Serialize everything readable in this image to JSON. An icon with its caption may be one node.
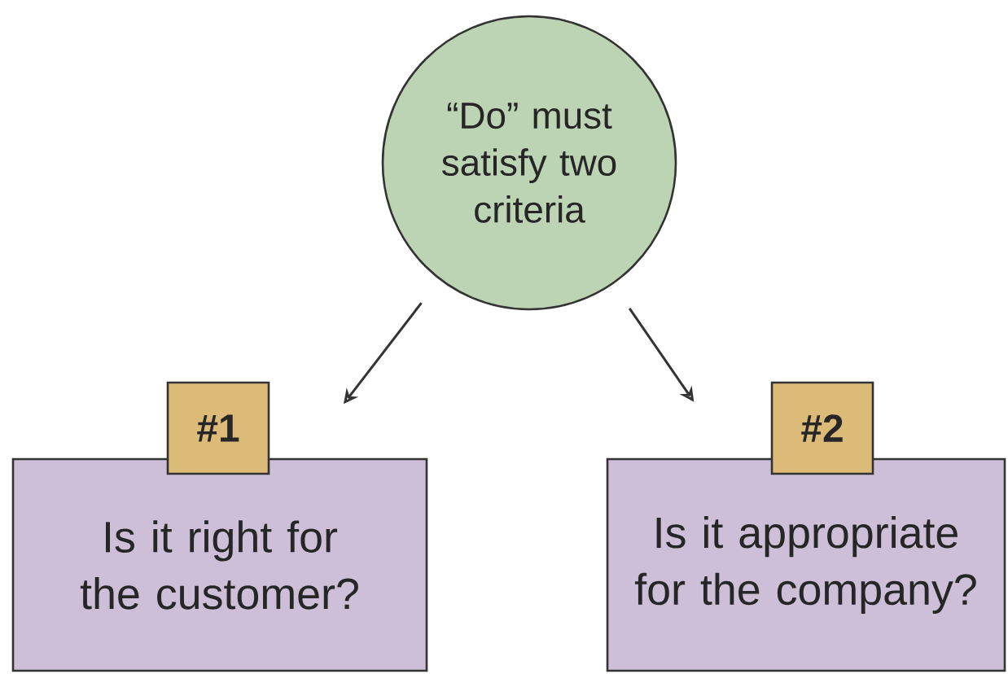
{
  "diagram": {
    "nodes": [
      {
        "text": [
          "“Do” must satisfy two criteria"
        ]
      },
      {
        "text": [
          "#1"
        ]
      },
      {
        "text": [
          "Is it right for the customer?"
        ]
      },
      {
        "text": [
          "#2"
        ]
      },
      {
        "text": [
          "Is it appropriate for the company?"
        ]
      }
    ],
    "edges": [
      {
        "from": 0,
        "to": 2,
        "arrow": "to"
      },
      {
        "from": 0,
        "to": 4,
        "arrow": "to"
      }
    ]
  }
}
